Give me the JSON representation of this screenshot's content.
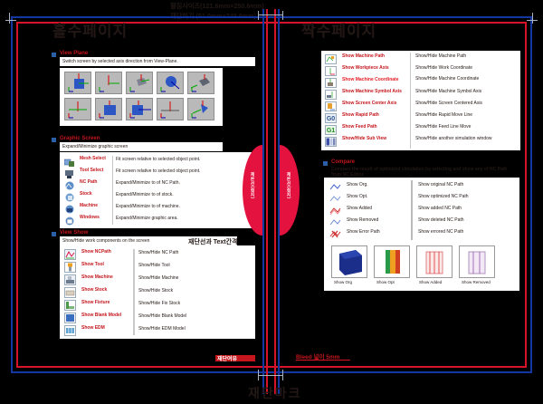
{
  "document": {
    "type": "print-layout-guide",
    "odd_page_title": "홀수페이지",
    "even_page_title": "짝수페이지",
    "trim_mark_label": "재단마크",
    "text_gap_label": "재단선과 Text간격",
    "dimension_full": "펼침사이즈(121.6mm×250.6mm)",
    "dimension_trim": "재단하기 (51.0mm×248.9mm)",
    "bottom_note_red": "Bleed 넓이 5mm",
    "bleed_tag": "재단여유"
  },
  "center_tabs": [
    {
      "label": "제본선(접지)"
    },
    {
      "label": "제본선(접지)"
    }
  ],
  "odd_page": {
    "sections": [
      {
        "heading": "View Plane",
        "description": "Switch screen by selected axis direction from View-Plane.",
        "thumbnails": [
          "view-iso",
          "view-top",
          "view-rotated",
          "view-sphere",
          "view-corner",
          "view-front",
          "view-right",
          "view-left",
          "view-back",
          "view-angle"
        ]
      },
      {
        "heading": "Graphic Screen",
        "description": "Expand/Minimize graphic screen",
        "rows": [
          {
            "icon": "mesh-expand-icon",
            "label": "Mesh Select",
            "desc": "Fit screen relative to selected object point."
          },
          {
            "icon": "tool-select-icon",
            "label": "Tool Select",
            "desc": "Fit screen relative to selected object point."
          },
          {
            "icon": "ncpath-icon",
            "label": "NC Path",
            "desc": "Expand/Minimize to of NC Path."
          },
          {
            "icon": "stock-icon",
            "label": "Stock",
            "desc": "Expand/Minimize to of stock."
          },
          {
            "icon": "machine-icon",
            "label": "Machine",
            "desc": "Expand/Minimize to of machine."
          },
          {
            "icon": "window-icon",
            "label": "Windows",
            "desc": "Expand/Minimize graphic area."
          }
        ]
      },
      {
        "heading": "View Show",
        "description": "Show/Hide work components on the screen",
        "rows": [
          {
            "icon": "show-ncpath-icon",
            "label": "Show NCPath",
            "desc": "Show/Hide NC Path"
          },
          {
            "icon": "show-tool-icon",
            "label": "Show Tool",
            "desc": "Show/Hide Tool"
          },
          {
            "icon": "show-machine-icon",
            "label": "Show Machine",
            "desc": "Show/Hide Machine"
          },
          {
            "icon": "show-stock-icon",
            "label": "Show Stock",
            "desc": "Show/Hide Stock"
          },
          {
            "icon": "show-fixture-icon",
            "label": "Show Fixture",
            "desc": "Show/Hide Fix Stock"
          },
          {
            "icon": "show-blankmodel-icon",
            "label": "Show Blank Model",
            "desc": "Show/Hide Blank Model"
          },
          {
            "icon": "show-edm-icon",
            "label": "Show EDM",
            "desc": "Show/Hide EDM Model"
          }
        ]
      }
    ]
  },
  "even_page": {
    "top_rows": [
      {
        "icon": "show-machine-path-icon",
        "label": "Show Machine Path",
        "desc": "Show/Hide Machine Path",
        "boxed": false
      },
      {
        "icon": "show-workpiece-axis-icon",
        "label": "Show Workpiece Axis",
        "desc": "Show/Hide Work Coordinate",
        "boxed": false
      },
      {
        "icon": "show-machine-axis-icon",
        "label": "Show Machine Coordinate",
        "desc": "Show/Hide Machine Coordinate",
        "boxed": false
      },
      {
        "icon": "show-symbol-axis-icon",
        "label": "Show Machine Symbol Axis",
        "desc": "Show/Hide Machine Symbol Axis",
        "boxed": false
      },
      {
        "icon": "show-center-axis-icon",
        "label": "Show Screen Center Axis",
        "desc": "Show/Hide Screen Centered Axis",
        "boxed": true
      },
      {
        "icon": "g0-icon",
        "label": "Show Rapid Path",
        "desc": "Show/Hide Rapid Move Line",
        "boxed": false
      },
      {
        "icon": "g1-icon",
        "label": "Show Feed Path",
        "desc": "Show/Hide Feed Line Move",
        "boxed": false
      },
      {
        "icon": "show-sub-view-icon",
        "label": "Show/Hide Sub View",
        "desc": "Show/Hide another simulation window",
        "boxed": true
      }
    ],
    "section": {
      "heading": "Compare",
      "description": "Compare the result of optimized simulation by selecting and show any of NC Path from NC Editor.",
      "rows": [
        {
          "icon": "show-org-icon",
          "label": "Show Org.",
          "desc": "Show original NC Path"
        },
        {
          "icon": "show-opt-icon",
          "label": "Show Opt.",
          "desc": "Show optimized NC Path"
        },
        {
          "icon": "show-added-icon",
          "label": "Show Added",
          "desc": "Show added NC Path"
        },
        {
          "icon": "show-removed-icon",
          "label": "Show Removed",
          "desc": "Show deleted NC Path"
        },
        {
          "icon": "show-error-icon",
          "label": "Show Error Path",
          "desc": "Show errored NC Path"
        }
      ],
      "previews": [
        {
          "caption": "Show Org",
          "color": "#1b2f8a"
        },
        {
          "caption": "Show Opt",
          "color": "#f0a020"
        },
        {
          "caption": "Show Added",
          "color": "#f08080"
        },
        {
          "caption": "Show Removed",
          "color": "#d0b0d8"
        }
      ]
    }
  },
  "colors": {
    "trim_red": "#d81329",
    "bleed_blue": "#1436a0",
    "accent_red": "#c4161c",
    "tab_red": "#e4123f"
  }
}
